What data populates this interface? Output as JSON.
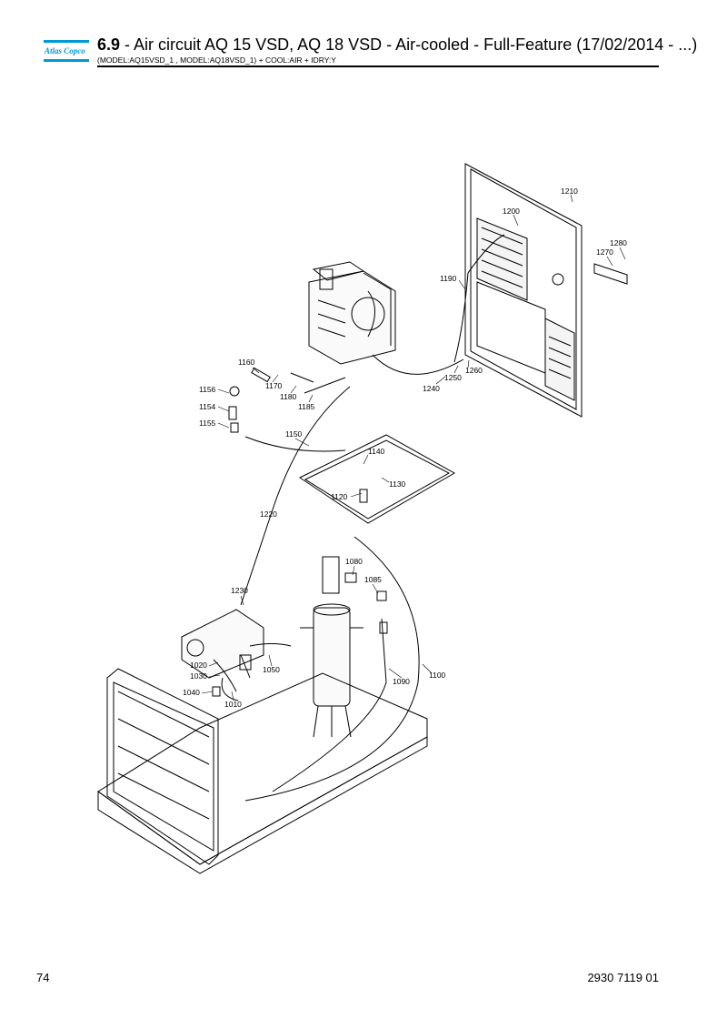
{
  "header": {
    "section_number": "6.9",
    "title": " - Air circuit AQ 15 VSD, AQ 18 VSD - Air-cooled - Full-Feature (17/02/2014 - ...)",
    "subtitle": "(MODEL:AQ15VSD_1 , MODEL:AQ18VSD_1) + COOL:AIR + IDRY:Y"
  },
  "logo": {
    "text": "Atlas Copco",
    "color": "#0099d8"
  },
  "footer": {
    "page_number": "74",
    "document_number": "2930 7119 01"
  },
  "labels": {
    "l1210": "1210",
    "l1200": "1200",
    "l1280": "1280",
    "l1270": "1270",
    "l1190": "1190",
    "l1160": "1160",
    "l1156": "1156",
    "l1170": "1170",
    "l1180": "1180",
    "l1185": "1185",
    "l1154": "1154",
    "l1155": "1155",
    "l1240": "1240",
    "l1250": "1250",
    "l1260": "1260",
    "l1150": "1150",
    "l1140": "1140",
    "l1130": "1130",
    "l1120": "1120",
    "l1220": "1220",
    "l1080": "1080",
    "l1085": "1085",
    "l1230": "1230",
    "l1020": "1020",
    "l1030": "1030",
    "l1050": "1050",
    "l1040": "1040",
    "l1010": "1010",
    "l1090": "1090",
    "l1100": "1100"
  }
}
